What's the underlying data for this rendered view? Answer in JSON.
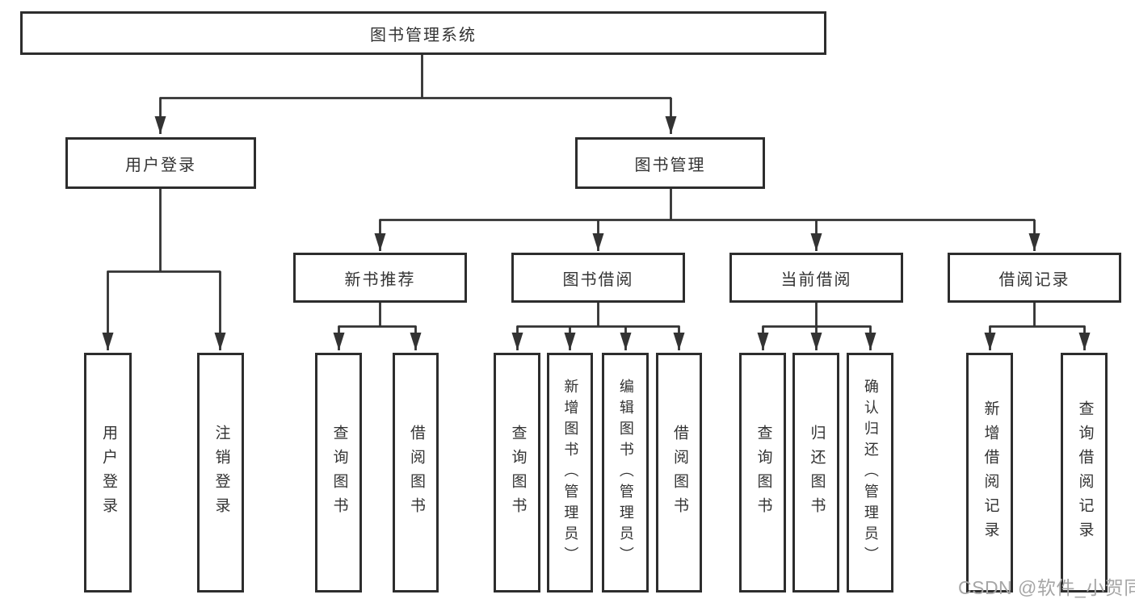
{
  "title": "图书管理系统",
  "tree": {
    "root": {
      "label": "图书管理系统"
    },
    "branches": [
      {
        "label": "用户登录",
        "children": [
          {
            "label": "用户登录"
          },
          {
            "label": "注销登录"
          }
        ]
      },
      {
        "label": "图书管理",
        "children": [
          {
            "label": "新书推荐",
            "children": [
              {
                "label": "查询图书"
              },
              {
                "label": "借阅图书"
              }
            ]
          },
          {
            "label": "图书借阅",
            "children": [
              {
                "label": "查询图书"
              },
              {
                "label": "新增图书（管理员）"
              },
              {
                "label": "编辑图书（管理员）"
              },
              {
                "label": "借阅图书"
              }
            ]
          },
          {
            "label": "当前借阅",
            "children": [
              {
                "label": "查询图书"
              },
              {
                "label": "归还图书"
              },
              {
                "label": "确认归还（管理员）"
              }
            ]
          },
          {
            "label": "借阅记录",
            "children": [
              {
                "label": "新增借阅记录"
              },
              {
                "label": "查询借阅记录"
              }
            ]
          }
        ]
      }
    ]
  },
  "watermark": {
    "text": "CSDN @软件_小贺同学",
    "color": "#a6a6a6"
  },
  "colors": {
    "line": "#333333",
    "box_border": "#2d2d2d",
    "box_background": "#ffffff",
    "label_text": "#333333",
    "page_background": "#ffffff"
  }
}
